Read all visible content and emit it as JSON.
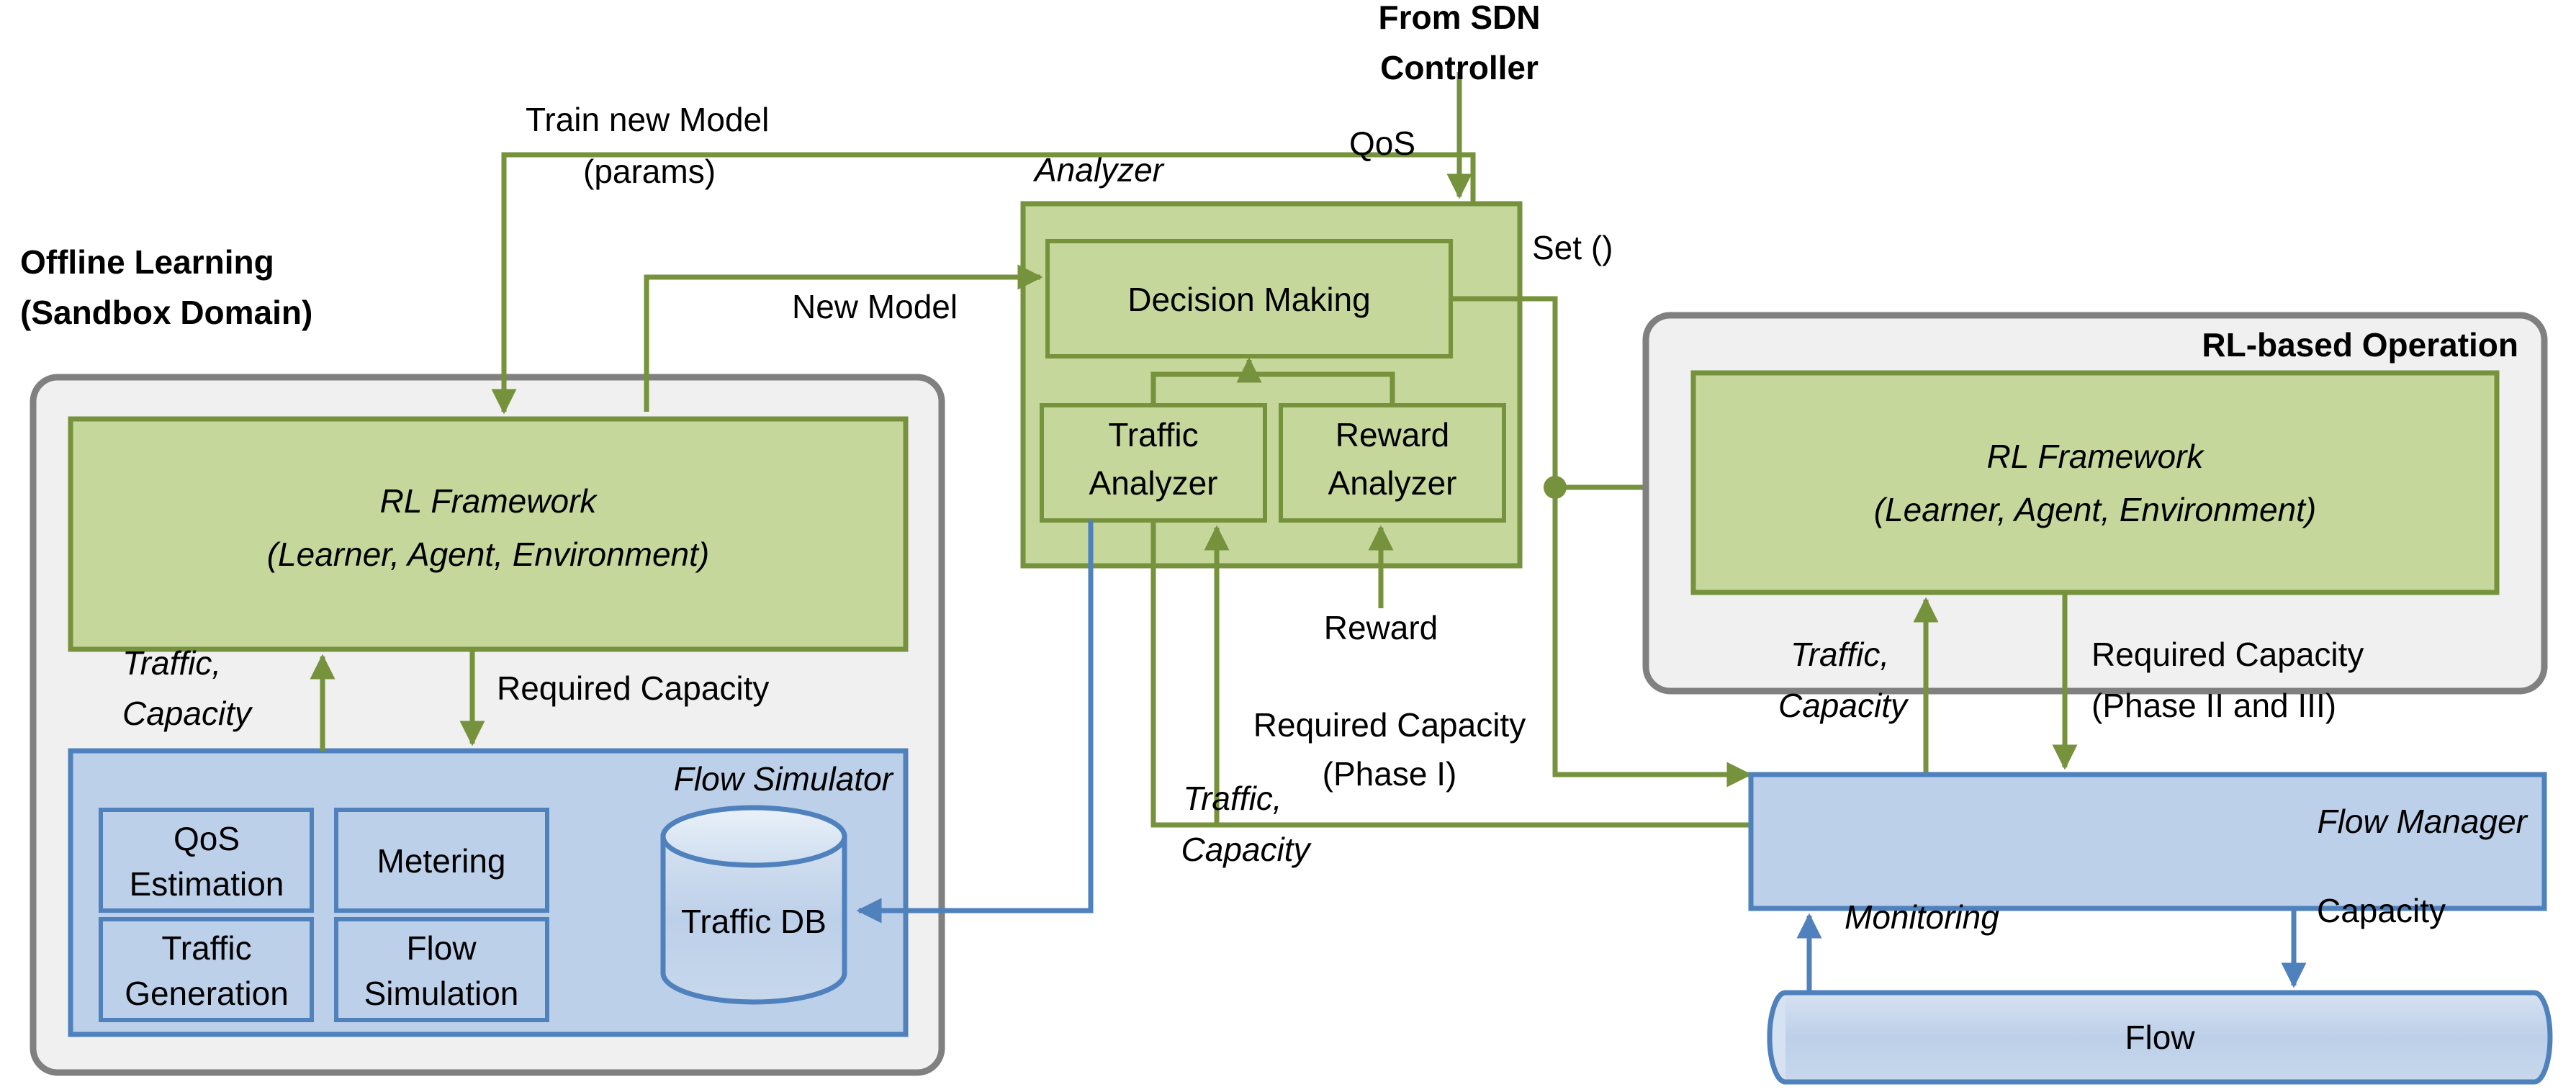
{
  "diagram": {
    "title_offline": "Offline Learning\n(Sandbox Domain)",
    "colors": {
      "green_fill": "#C5D79A",
      "green_stroke": "#76923C",
      "blue_fill": "#BDD0E9",
      "blue_stroke": "#4F81BD",
      "panel_fill": "#F0F0F0",
      "panel_stroke": "#808080",
      "text": "#000000"
    }
  },
  "offline_panel": {
    "title_line1": "Offline Learning",
    "title_line2": "(Sandbox Domain)",
    "rl_framework": {
      "line1": "RL Framework",
      "line2": "(Learner, Agent, Environment)"
    },
    "flow_simulator": {
      "label": "Flow Simulator",
      "modules": [
        "QoS\nEstimation",
        "Metering",
        "Traffic\nGeneration",
        "Flow\nSimulation"
      ],
      "module_qos_l1": "QoS",
      "module_qos_l2": "Estimation",
      "module_metering": "Metering",
      "module_traffic_l1": "Traffic",
      "module_traffic_l2": "Generation",
      "module_flowsim_l1": "Flow",
      "module_flowsim_l2": "Simulation",
      "database": "Traffic DB"
    },
    "edge_up_l1": "Traffic,",
    "edge_up_l2": "Capacity",
    "edge_down": "Required Capacity"
  },
  "analyzer": {
    "label": "Analyzer",
    "decision_making": "Decision Making",
    "traffic_analyzer_l1": "Traffic",
    "traffic_analyzer_l2": "Analyzer",
    "reward_analyzer_l1": "Reward",
    "reward_analyzer_l2": "Analyzer",
    "reward_edge": "Reward"
  },
  "sdn": {
    "source_l1": "From SDN",
    "source_l2": "Controller",
    "qos_edge": "QoS",
    "set_edge": "Set ()"
  },
  "training_edges": {
    "train_l1": "Train new Model",
    "train_l2": "(params)",
    "new_model": "New Model"
  },
  "rl_operation": {
    "title": "RL-based Operation",
    "rl_framework": {
      "line1": "RL Framework",
      "line2": "(Learner, Agent, Environment)"
    },
    "edge_up_l1": "Traffic,",
    "edge_up_l2": "Capacity",
    "edge_down_l1": "Required Capacity",
    "edge_down_l2": "(Phase II and III)"
  },
  "center_edges": {
    "required_capacity_l1": "Required Capacity",
    "required_capacity_l2": "(Phase I)",
    "traffic_capacity_l1": "Traffic,",
    "traffic_capacity_l2": "Capacity"
  },
  "flow_manager": {
    "label": "Flow Manager",
    "monitoring_edge": "Monitoring",
    "capacity_edge": "Capacity",
    "flow_label": "Flow"
  }
}
